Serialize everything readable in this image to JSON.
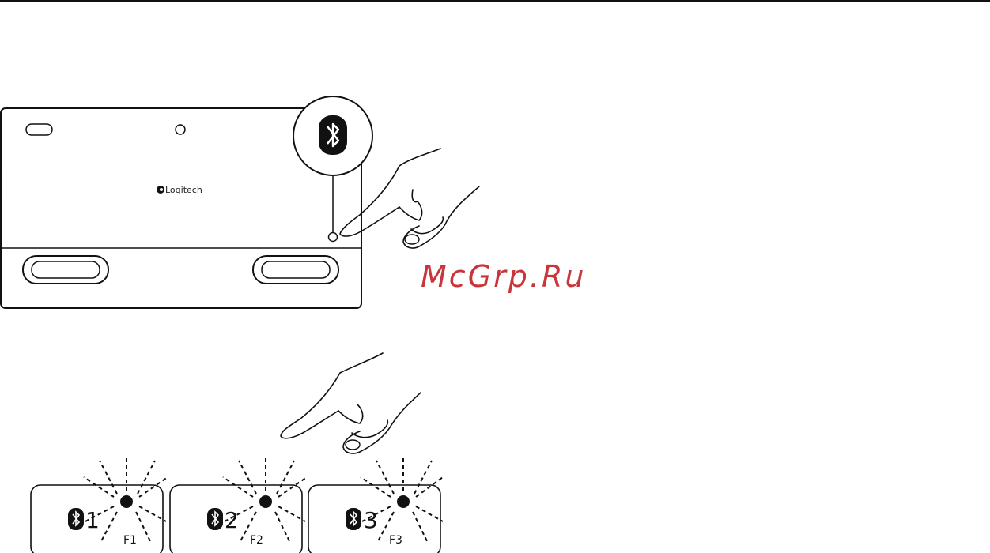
{
  "watermark": "McGrp.Ru",
  "logo": {
    "brand": "Logitech"
  },
  "keys": [
    {
      "number": "1",
      "fn_label": "F1"
    },
    {
      "number": "2",
      "fn_label": "F2"
    },
    {
      "number": "3",
      "fn_label": "F3"
    }
  ],
  "icons": [
    "bluetooth-icon",
    "logitech-logo-icon",
    "hand-pointer-icon"
  ]
}
